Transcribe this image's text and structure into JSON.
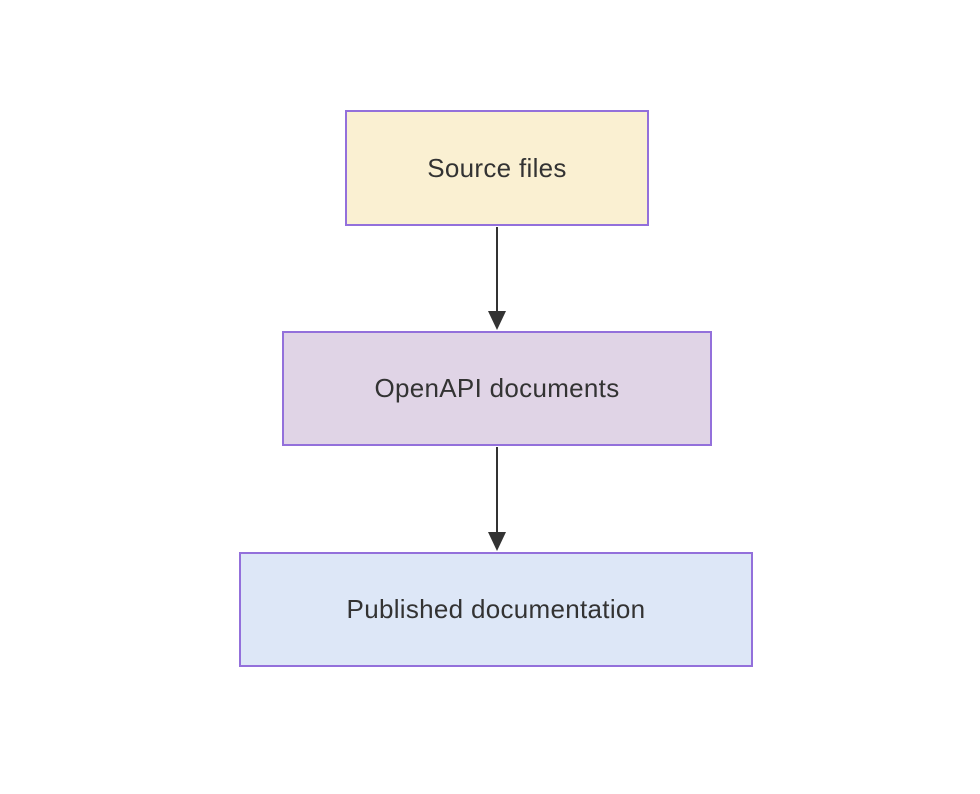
{
  "diagram": {
    "type": "flowchart",
    "direction": "top-down",
    "nodes": [
      {
        "id": "source",
        "label": "Source files",
        "fill": "#faf0d2",
        "border": "#9370db"
      },
      {
        "id": "openapi",
        "label": "OpenAPI documents",
        "fill": "#e0d4e6",
        "border": "#9370db"
      },
      {
        "id": "published",
        "label": "Published documentation",
        "fill": "#dde7f7",
        "border": "#9370db"
      }
    ],
    "edges": [
      {
        "from": "source",
        "to": "openapi",
        "style": "solid-arrow"
      },
      {
        "from": "openapi",
        "to": "published",
        "style": "solid-arrow"
      }
    ],
    "colors": {
      "background": "#ffffff",
      "node_border": "#9370db",
      "edge_line": "#333333",
      "text": "#333333"
    }
  }
}
